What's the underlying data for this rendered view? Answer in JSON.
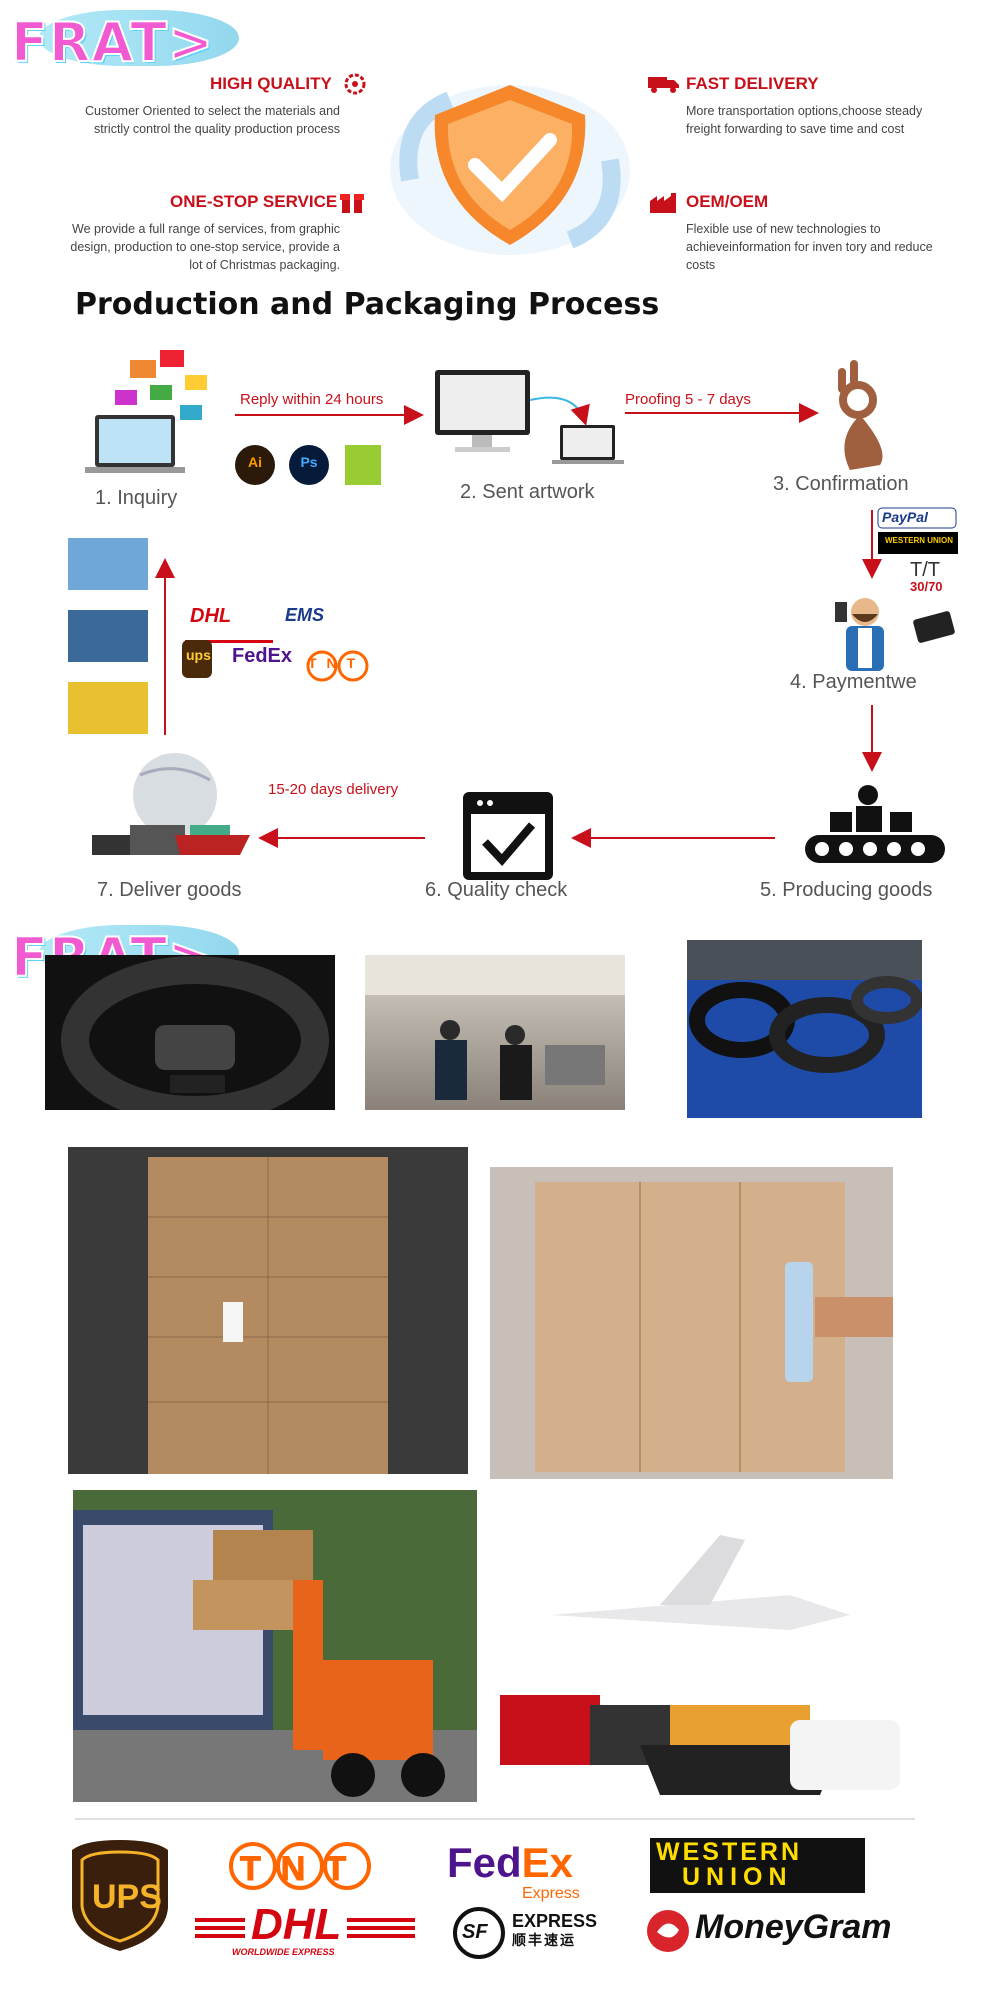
{
  "brand": {
    "name": "FRAT>"
  },
  "features": [
    {
      "title": "HIGH QUALITY",
      "text": "Customer Oriented to select the materials and strictly control the quality production process"
    },
    {
      "title": "FAST DELIVERY",
      "text": "More transportation options,choose steady freight forwarding to save time and cost"
    },
    {
      "title": "ONE-STOP SERVICE",
      "text": "We provide a full range of services, from graphic design, production to one-stop service, provide a lot of Christmas packaging."
    },
    {
      "title": "OEM/OEM",
      "text": "Flexible use of new technologies to achieveinformation for inven tory and reduce costs"
    }
  ],
  "process": {
    "heading": "Production and Packaging Process",
    "steps": [
      "1. Inquiry",
      "2. Sent artwork",
      "3. Confirmation",
      "4. Paymentwe",
      "5. Producing goods",
      "6. Quality check",
      "7. Deliver goods"
    ],
    "arrows": [
      "Reply within 24 hours",
      "Proofing 5 - 7 days",
      "15-20 days delivery"
    ],
    "software": [
      "Ai",
      "Ps"
    ],
    "payment_labels": {
      "paypal": "PayPal",
      "wu": "WESTERN UNION",
      "tt": "T/T",
      "ratio": "30/70"
    },
    "carriers": [
      "DHL",
      "EMS",
      "ups",
      "FedEx",
      "TNT"
    ]
  },
  "logos": {
    "ups": "UPS",
    "tnt": "TNT",
    "dhl": "DHL",
    "dhl_sub": "WORLDWIDE EXPRESS",
    "fedex_fed": "Fed",
    "fedex_ex": "Ex",
    "fedex_sub": "Express",
    "sf": "SF",
    "sf_express": "EXPRESS",
    "sf_cn": "顺丰速运",
    "western_union": [
      "WESTERN",
      "UNION"
    ],
    "moneygram": "MoneyGram"
  },
  "colors": {
    "accent": "#c8101b",
    "brand": "#f25ad2"
  }
}
